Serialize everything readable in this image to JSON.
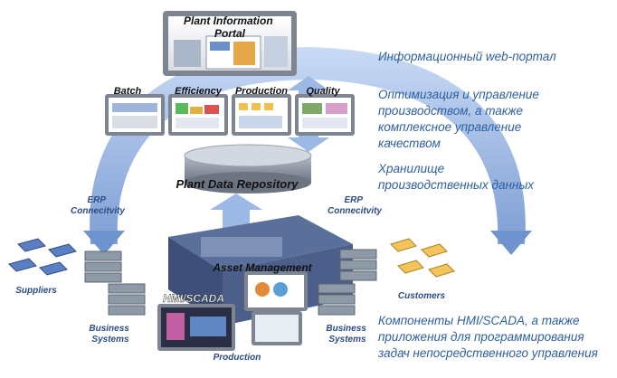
{
  "diagram": {
    "portal_label": "Plant Information Portal",
    "modules": [
      {
        "label": "Batch"
      },
      {
        "label": "Efficiency"
      },
      {
        "label": "Production"
      },
      {
        "label": "Quality"
      }
    ],
    "repository_label": "Plant Data Repository",
    "erp_left": "ERP\nConnecitvity",
    "erp_right": "ERP\nConnecitvity",
    "suppliers_label": "Suppliers",
    "customers_label": "Customers",
    "business_left": "Business\nSystems",
    "business_right": "Business\nSystems",
    "asset_label": "Asset Management",
    "hmi_label": "HMI/SCADA",
    "production_label": "Production"
  },
  "descriptions": [
    "Информационный web-портал",
    "Оптимизация и управление\nпроизводством, а также\nкомплексное управление\nкачеством",
    "Хранилище\nпроизводственных данных",
    "Компоненты HMI/SCADA, а также\nприложения для программирования\nзадач непосредственного управления"
  ],
  "colors": {
    "arc_blue": "#9cb9e6",
    "arc_dark": "#6f93cf",
    "text_blue": "#2e5fa3",
    "bezel": "#7d8591"
  }
}
